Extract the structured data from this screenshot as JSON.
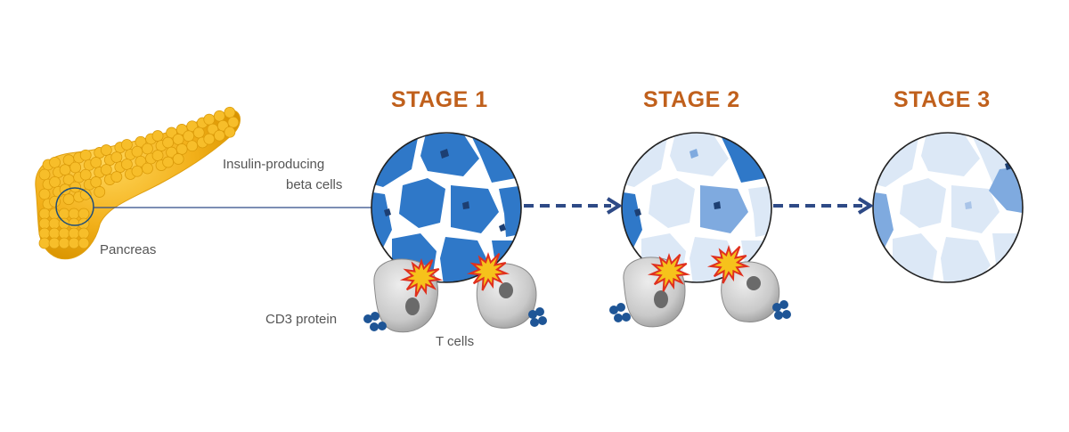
{
  "labels": {
    "pancreas": "Pancreas",
    "beta_cells_line1": "Insulin-producing",
    "beta_cells_line2": "beta cells",
    "cd3": "CD3 protein",
    "t_cells": "T cells"
  },
  "stages": [
    {
      "title": "STAGE 1"
    },
    {
      "title": "STAGE 2"
    },
    {
      "title": "STAGE 3"
    }
  ],
  "colors": {
    "stage_title": "#C0601C",
    "arrow": "#2E4A86",
    "beta_cell_dark": "#2F78C8",
    "beta_cell_mid": "#7FAADF",
    "beta_cell_light": "#DCE8F6",
    "pancreas": "#F2B01A",
    "t_cell": "#C8C8C8",
    "cd3_protein": "#1E5596",
    "attack_burst": "#F6C21B",
    "attack_outline": "#E0301E"
  }
}
